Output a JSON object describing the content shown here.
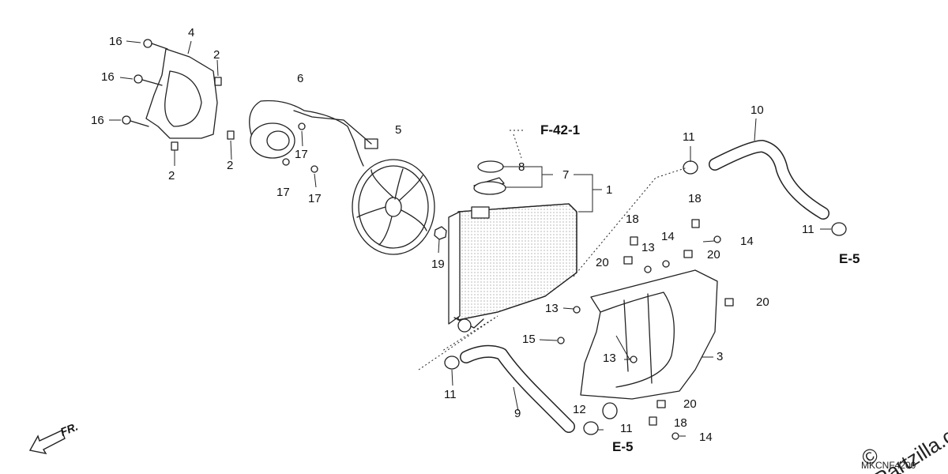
{
  "callouts": {
    "c16a": "16",
    "c16b": "16",
    "c16c": "16",
    "c4": "4",
    "c2a": "2",
    "c2b": "2",
    "c2c": "2",
    "c6": "6",
    "c5": "5",
    "c17a": "17",
    "c17b": "17",
    "c17c": "17",
    "c19": "19",
    "c8": "8",
    "c7": "7",
    "c1": "1",
    "c10": "10",
    "c11a": "11",
    "c11b": "11",
    "c11c": "11",
    "c11d": "11",
    "c18a": "18",
    "c18b": "18",
    "c18c": "18",
    "c14a": "14",
    "c14b": "14",
    "c14c": "14",
    "c13a": "13",
    "c13b": "13",
    "c13c": "13",
    "c20a": "20",
    "c20b": "20",
    "c20c": "20",
    "c20d": "20",
    "c15": "15",
    "c3": "3",
    "c9": "9",
    "c12": "12"
  },
  "references": {
    "f42": "F-42-1",
    "e5_right": "E-5",
    "e5_bottom": "E-5"
  },
  "front_label": "FR.",
  "watermark": "© Partzilla.com",
  "diagram_code": "MKCNF4200"
}
